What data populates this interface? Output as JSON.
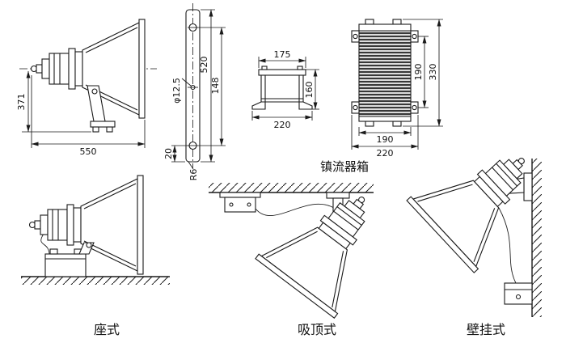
{
  "colors": {
    "background": "#ffffff",
    "ink": "#1a1a1a"
  },
  "floodlight": {
    "height": "371",
    "width": "550"
  },
  "strap": {
    "length": "520",
    "hole_spacing": "148",
    "hole_diameter": "φ12.5",
    "edge_offset": "20",
    "corner_radius": "R6"
  },
  "frame": {
    "top_width": "175",
    "height": "160",
    "base_width": "220"
  },
  "ballast": {
    "label": "镇流器箱",
    "width": "190",
    "height": "330",
    "hole_spacing": "190",
    "mount_width": "220"
  },
  "captions": {
    "base": "座式",
    "ceiling": "吸顶式",
    "wall": "壁挂式"
  }
}
